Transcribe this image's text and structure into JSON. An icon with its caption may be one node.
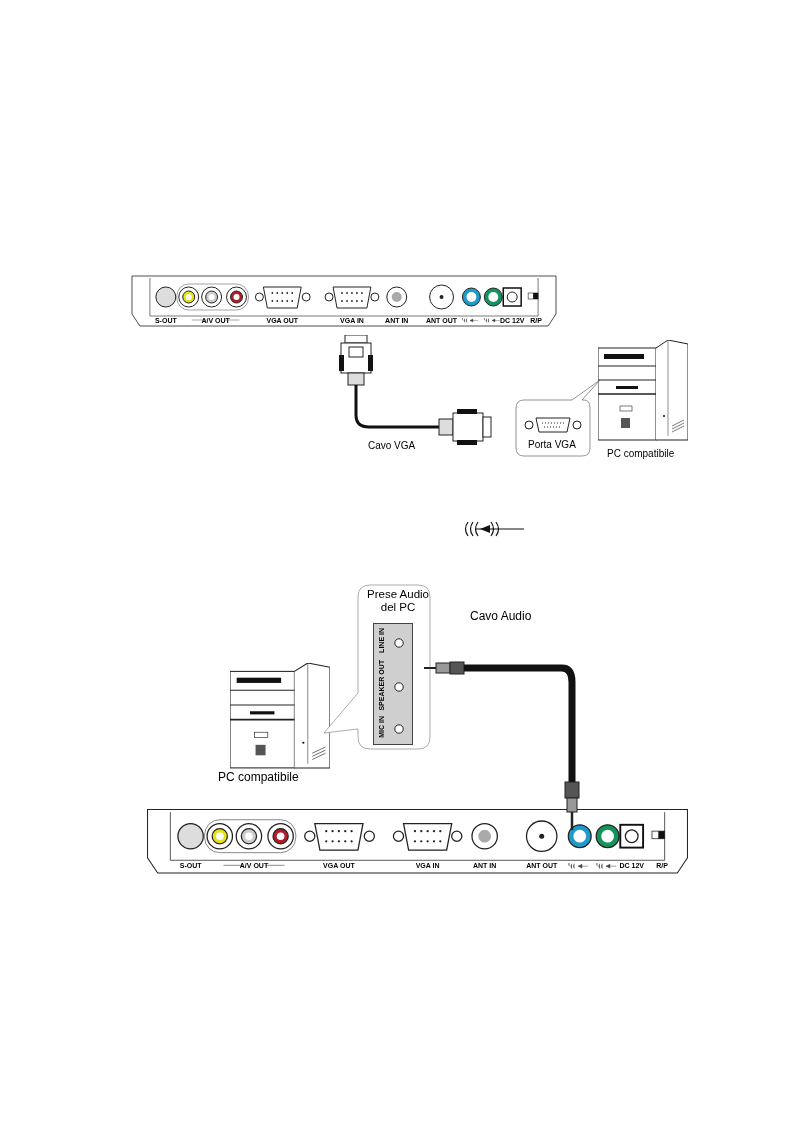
{
  "diagram": {
    "nodes": [
      {
        "text": [
          "Porta VGA"
        ]
      },
      {
        "text": [
          "Prese Audio del PC",
          "MIC IN",
          "SPEAKER OUT",
          "LINE IN"
        ]
      }
    ],
    "labels": [
      "S-OUT",
      "A/V OUT",
      "VGA OUT",
      "VGA IN",
      "ANT IN",
      "ANT OUT",
      "DC 12V",
      "R/P",
      "Cavo VGA",
      "PC compatibile",
      "Cavo Audio",
      "PC compatibile",
      "S-OUT",
      "A/V OUT",
      "VGA OUT",
      "VGA IN",
      "ANT IN",
      "ANT OUT",
      "DC 12V",
      "R/P"
    ]
  }
}
